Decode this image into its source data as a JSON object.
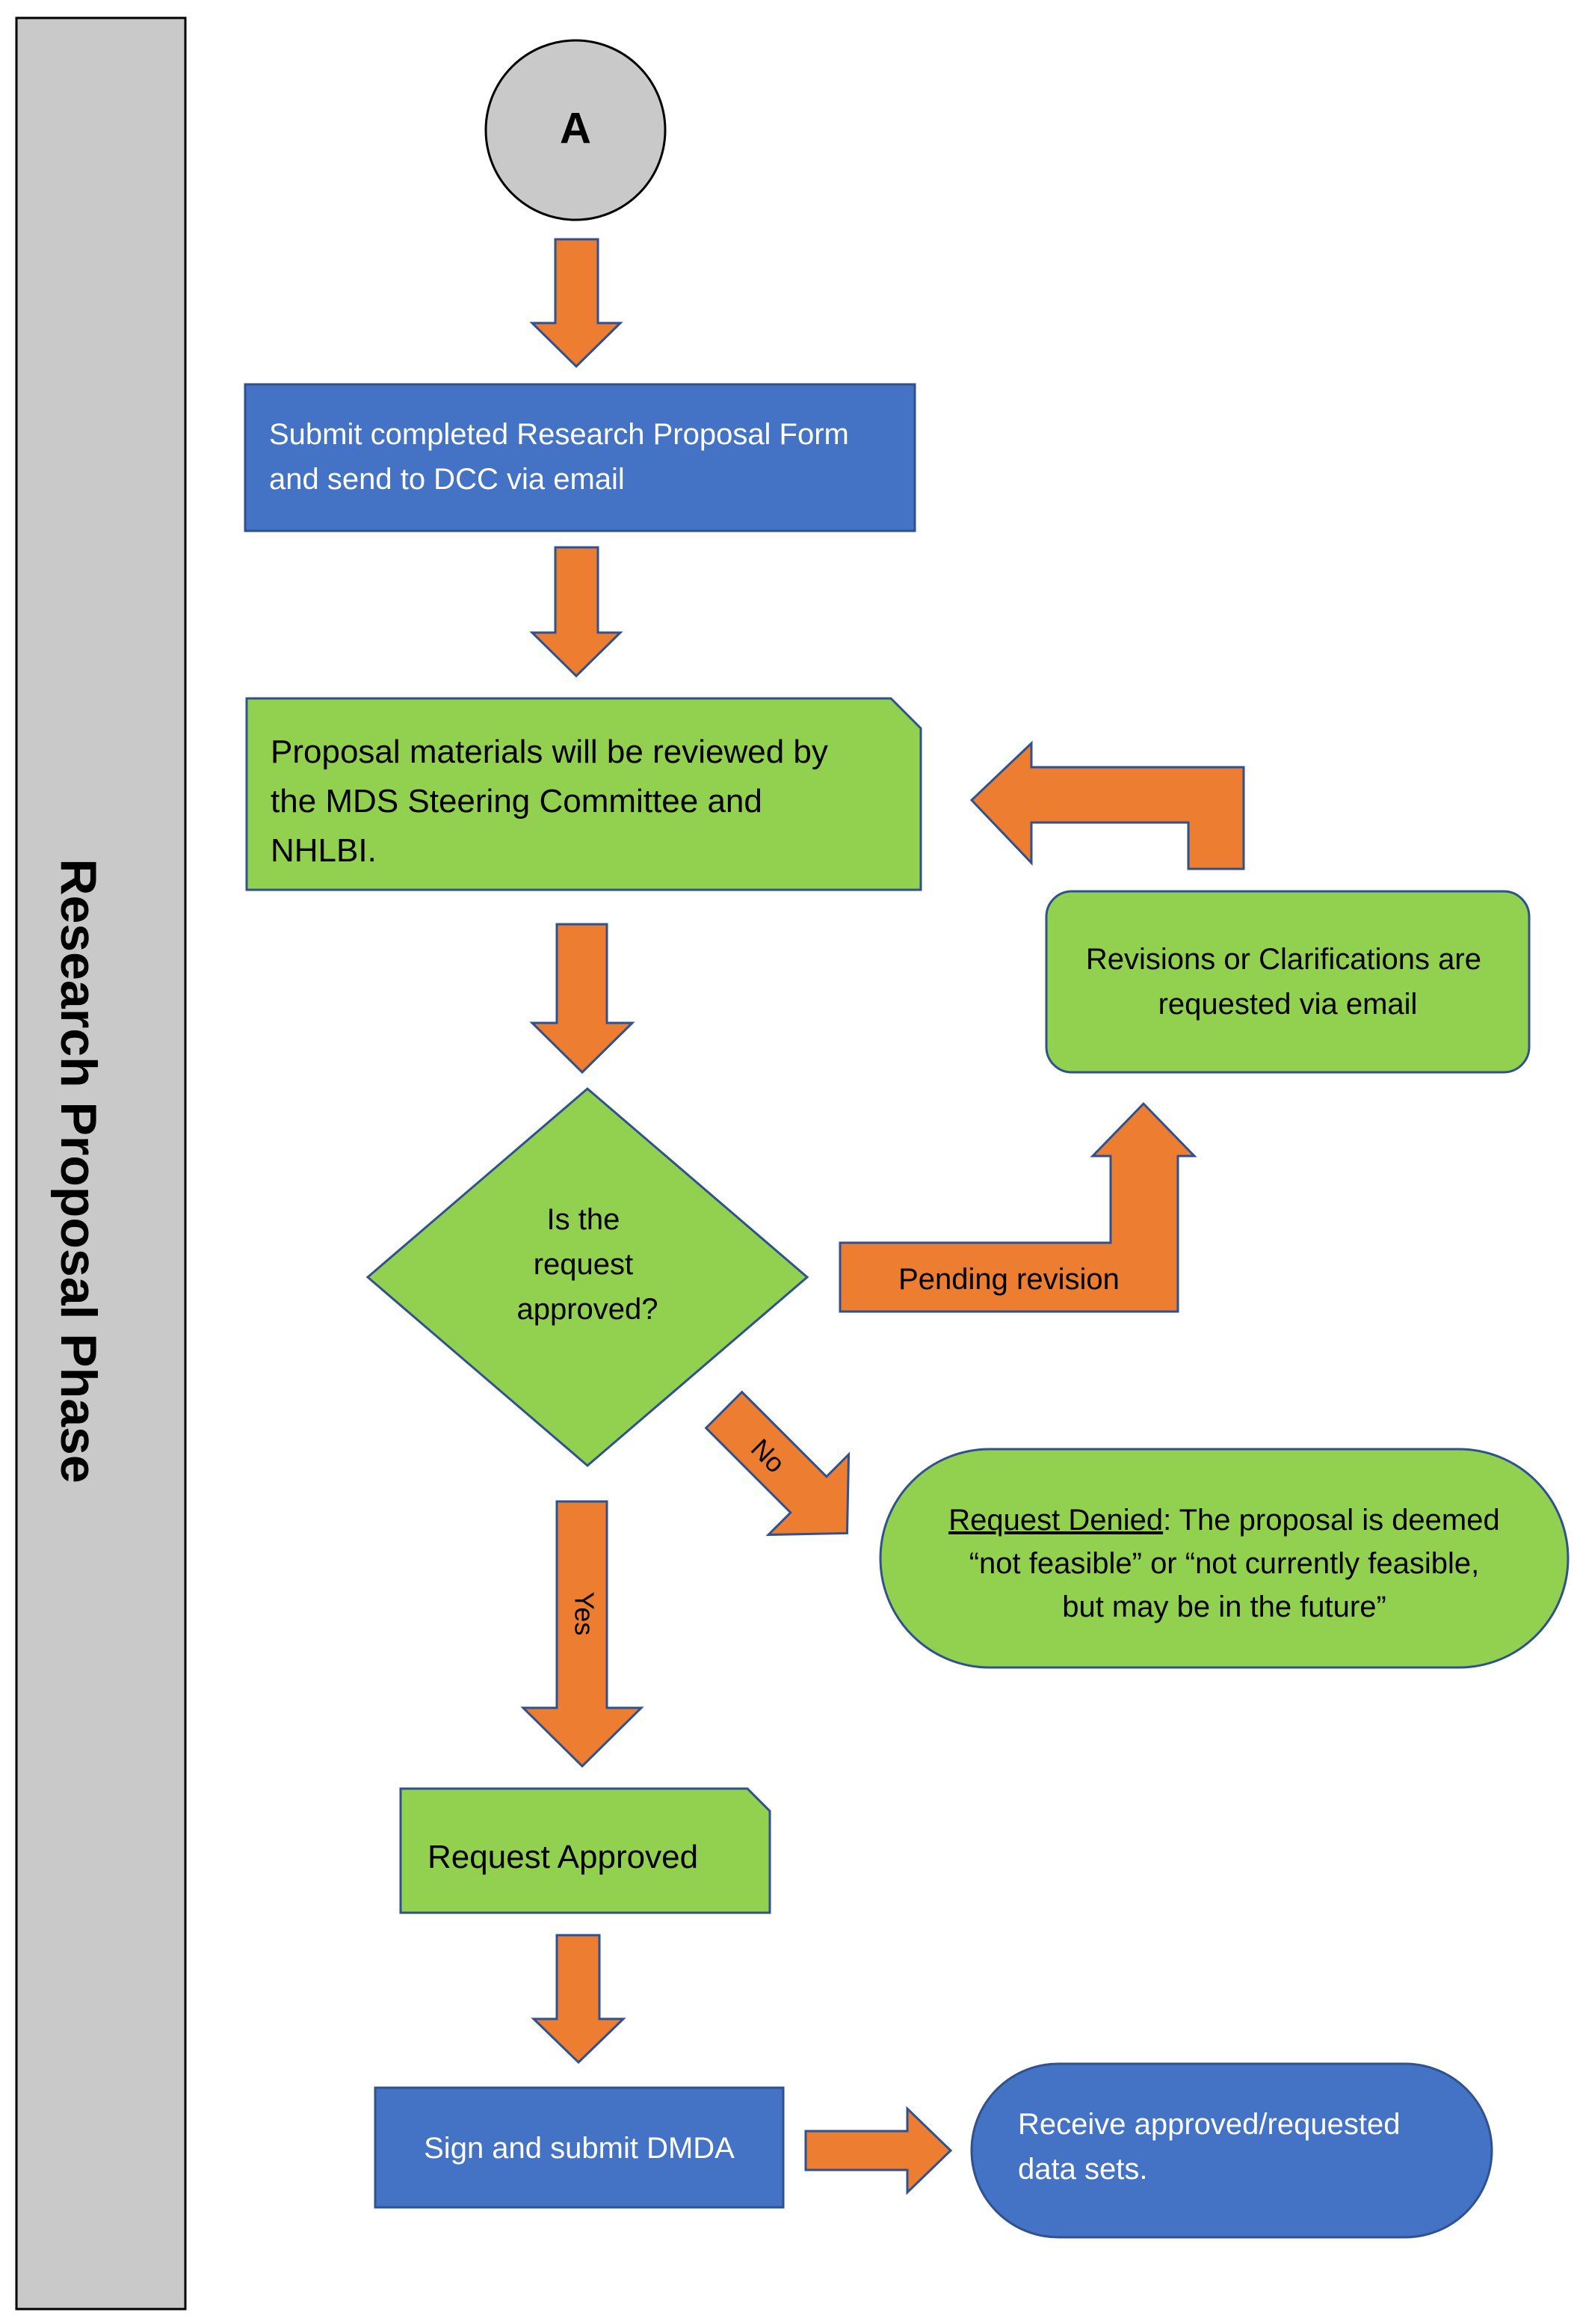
{
  "phase_label": "Research Proposal Phase",
  "connector_label": "A",
  "steps": {
    "submit_form": [
      "Submit completed Research Proposal Form",
      "and send to DCC via email"
    ],
    "review": [
      "Proposal materials will be reviewed by",
      "the MDS Steering Committee and",
      "NHLBI."
    ],
    "revisions": [
      "Revisions or Clarifications are",
      "requested via email"
    ],
    "decision": [
      "Is the",
      "request",
      "approved?"
    ],
    "pending_label": "Pending revision",
    "no_label": "No",
    "yes_label": "Yes",
    "denied": {
      "heading": "Request Denied",
      "line1_rest": ": The proposal is deemed",
      "line2": "“not feasible” or “not currently feasible,",
      "line3": "but may be in the future”"
    },
    "approved": "Request Approved",
    "sign_dmda": "Sign and submit DMDA",
    "receive": [
      "Receive approved/requested",
      "data sets."
    ]
  },
  "colors": {
    "blue": "#4472C4",
    "green": "#92D050",
    "orange": "#ED7D31",
    "gray": "#C9C9C9",
    "outline": "#2F528F",
    "text_dark": "#000000",
    "text_light": "#FFFFFF"
  }
}
